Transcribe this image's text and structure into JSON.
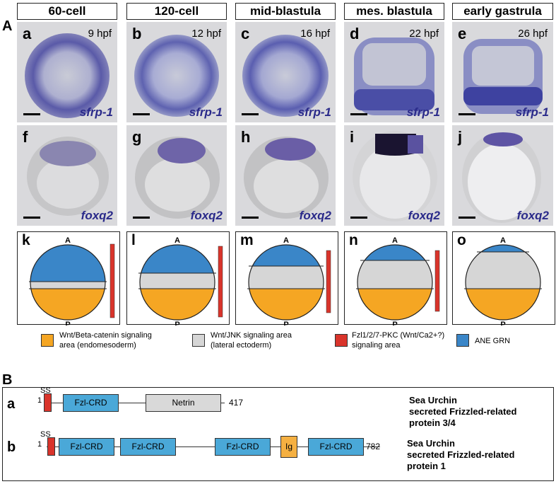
{
  "panel_A": {
    "letter": "A",
    "stages": [
      "60-cell",
      "120-cell",
      "mid-blastula",
      "mes. blastula",
      "early gastrula"
    ],
    "top_row": [
      {
        "label": "a",
        "hpf": "9 hpf",
        "gene": "sfrp-1"
      },
      {
        "label": "b",
        "hpf": "12 hpf",
        "gene": "sfrp-1"
      },
      {
        "label": "c",
        "hpf": "16 hpf",
        "gene": "sfrp-1"
      },
      {
        "label": "d",
        "hpf": "22 hpf",
        "gene": "sfrp-1"
      },
      {
        "label": "e",
        "hpf": "26 hpf",
        "gene": "sfrp-1"
      }
    ],
    "bottom_row": [
      {
        "label": "f",
        "gene": "foxq2"
      },
      {
        "label": "g",
        "gene": "foxq2"
      },
      {
        "label": "h",
        "gene": "foxq2"
      },
      {
        "label": "i",
        "gene": "foxq2"
      },
      {
        "label": "j",
        "gene": "foxq2"
      }
    ],
    "diagrams": [
      {
        "label": "k",
        "top": "A",
        "bottom": "P",
        "red_bar": true
      },
      {
        "label": "l",
        "top": "A",
        "bottom": "P",
        "red_bar": true
      },
      {
        "label": "m",
        "top": "A",
        "bottom": "P",
        "red_bar": true
      },
      {
        "label": "n",
        "top": "A",
        "bottom": "P",
        "red_bar": true
      },
      {
        "label": "o",
        "top": "A",
        "bottom": "P",
        "red_bar": false
      }
    ],
    "legend": [
      {
        "color": "#f5a623",
        "line1": "Wnt/Beta-catenin signaling",
        "line2": "area (endomesoderm)"
      },
      {
        "color": "#d6d6d6",
        "line1": "Wnt/JNK signaling area",
        "line2": "(lateral ectoderm)"
      },
      {
        "color": "#d9342b",
        "line1": "Fzl1/2/7-PKC (Wnt/Ca2+?)",
        "line2": "signaling area"
      },
      {
        "color": "#3a86c8",
        "line1": "ANE GRN",
        "line2": ""
      }
    ]
  },
  "panel_B": {
    "letter": "B",
    "proteins": [
      {
        "label": "a",
        "ss": "SS",
        "start": "1",
        "end": "417",
        "domains": [
          "Fzl-CRD",
          "Netrin"
        ],
        "title": [
          "Sea Urchin",
          "secreted Frizzled-related",
          "protein 3/4"
        ]
      },
      {
        "label": "b",
        "ss": "SS",
        "start": "1",
        "end": "782",
        "domains": [
          "Fzl-CRD",
          "Fzl-CRD",
          "Fzl-CRD",
          "Ig",
          "Fzl-CRD"
        ],
        "title": [
          "Sea Urchin",
          "secreted Frizzled-related",
          "protein 1"
        ]
      }
    ]
  },
  "colors": {
    "orange": "#f5a623",
    "grey": "#d6d6d6",
    "red": "#d9342b",
    "blue": "#3a86c8",
    "stain": "#5050a8",
    "netrin": "#d9d9d9",
    "ig": "#f5b041",
    "crd": "#4aa8d8"
  }
}
